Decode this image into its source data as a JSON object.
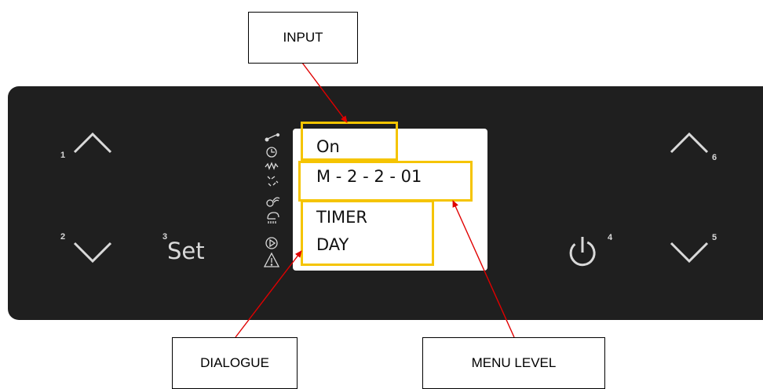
{
  "callouts": {
    "input": "INPUT",
    "dialogue": "DIALOGUE",
    "menu_level": "MENU LEVEL"
  },
  "display": {
    "input_value": "On",
    "menu_level_value": "M - 2 - 2 - 01",
    "dialogue_line1": "TIMER",
    "dialogue_line2": "DAY"
  },
  "buttons": {
    "up_left_number": "1",
    "down_left_number": "2",
    "set_number": "3",
    "set_label": "Set",
    "power_number": "4",
    "down_right_number": "5",
    "up_right_number": "6"
  },
  "status_icons": [
    "switch-icon",
    "clock-icon",
    "heat-wave-icon",
    "dry-icon",
    "sensor-icon",
    "shower-icon",
    "play-icon",
    "warning-icon"
  ],
  "colors": {
    "panel": "#1f1f1f",
    "highlight": "#f5c400",
    "arrow": "#e00000",
    "panel_text": "#d9d9d9"
  }
}
